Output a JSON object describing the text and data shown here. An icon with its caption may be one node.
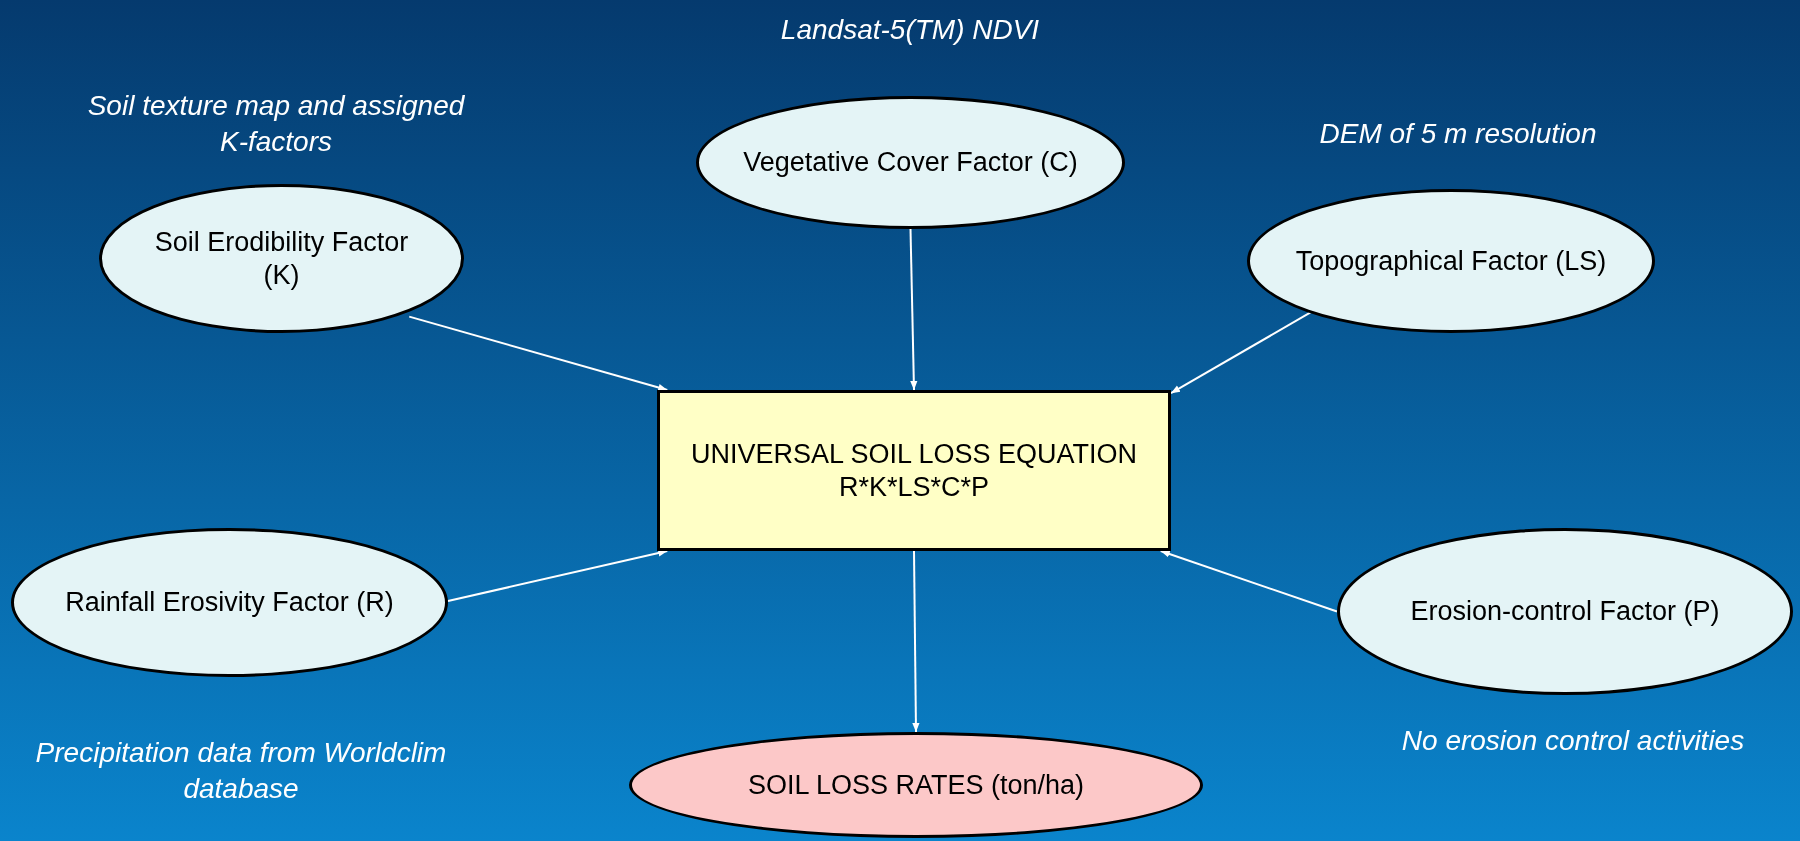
{
  "diagram": {
    "nodes": [
      {
        "text": [
          "Vegetative Cover Factor (C)"
        ],
        "beside": [
          "Landsat-5(TM) NDVI"
        ]
      },
      {
        "text": [
          "Soil Erodibility Factor (K)"
        ],
        "beside": [
          "Soil texture map and assigned K-factors"
        ]
      },
      {
        "text": [
          "Topographical Factor (LS)"
        ],
        "beside": [
          "DEM of 5 m resolution"
        ]
      },
      {
        "text": [
          "UNIVERSAL SOIL LOSS EQUATION R*K*LS*C*P"
        ]
      },
      {
        "text": [
          "Rainfall Erosivity Factor (R)"
        ],
        "beside": [
          "Precipitation data from Worldclim database"
        ]
      },
      {
        "text": [
          "Erosion-control Factor (P)"
        ],
        "beside": [
          "No erosion control activities"
        ]
      },
      {
        "text": [
          "SOIL LOSS RATES (ton/ha)"
        ]
      }
    ],
    "edges": [
      {
        "from": 1,
        "to": 3,
        "arrow": "to"
      },
      {
        "from": 0,
        "to": 3,
        "arrow": "to"
      },
      {
        "from": 2,
        "to": 3,
        "arrow": "to"
      },
      {
        "from": 4,
        "to": 3,
        "arrow": "to"
      },
      {
        "from": 5,
        "to": 3,
        "arrow": "to"
      },
      {
        "from": 3,
        "to": 6,
        "arrow": "to"
      }
    ]
  }
}
